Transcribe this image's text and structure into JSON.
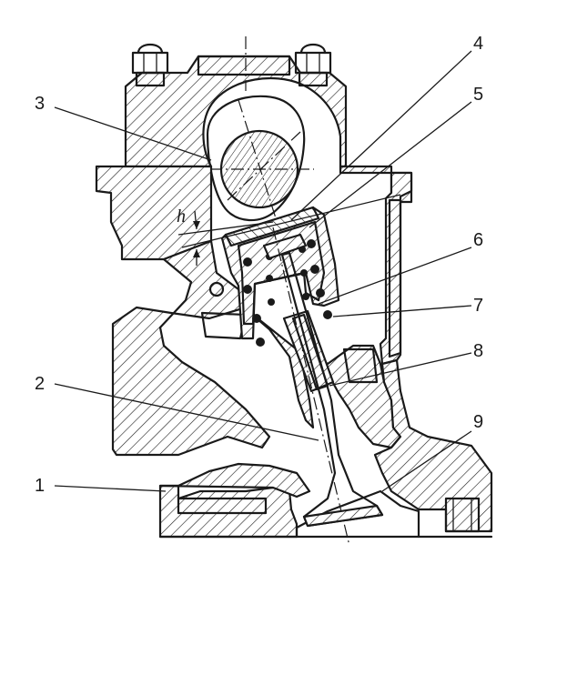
{
  "callouts": [
    {
      "id": "1",
      "label": "1"
    },
    {
      "id": "2",
      "label": "2"
    },
    {
      "id": "3",
      "label": "3"
    },
    {
      "id": "4",
      "label": "4"
    },
    {
      "id": "5",
      "label": "5"
    },
    {
      "id": "6",
      "label": "6"
    },
    {
      "id": "7",
      "label": "7"
    },
    {
      "id": "8",
      "label": "8"
    },
    {
      "id": "9",
      "label": "9"
    }
  ],
  "dimension": {
    "symbol": "h"
  },
  "colors": {
    "ink": "#1a1a1a",
    "paper": "#ffffff"
  }
}
